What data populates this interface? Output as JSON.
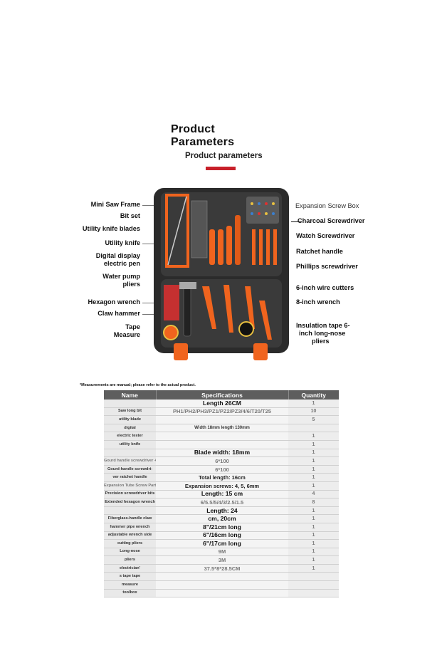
{
  "header": {
    "title_line1": "Product",
    "title_line2": "Parameters",
    "subtitle": "Product parameters"
  },
  "colors": {
    "accent": "#c8202a",
    "tool_orange": "#f0641e",
    "case_black": "#2b2b2b",
    "table_header": "#5e5e5e"
  },
  "labels_left": [
    {
      "text": "Mini Saw Frame"
    },
    {
      "text": "Bit set"
    },
    {
      "text": "Utility knife blades"
    },
    {
      "text": "Utility knife"
    },
    {
      "text": "Digital display"
    },
    {
      "text": "electric pen"
    },
    {
      "text": "Water pump"
    },
    {
      "text": "pliers"
    },
    {
      "text": "Hexagon wrench"
    },
    {
      "text": "Claw hammer"
    },
    {
      "text": "Tape"
    },
    {
      "text": "Measure"
    }
  ],
  "labels_right": [
    {
      "text": "Expansion Screw Box"
    },
    {
      "text": "Charcoal Screwdriver"
    },
    {
      "text": "Watch Screwdriver"
    },
    {
      "text": "Ratchet handle"
    },
    {
      "text": "Phillips screwdriver"
    },
    {
      "text": "6-inch wire cutters"
    },
    {
      "text": "8-inch wrench"
    },
    {
      "text": "Insulation tape 6-"
    },
    {
      "text": "inch long-nose"
    },
    {
      "text": "pliers"
    }
  ],
  "note": "*Measurements are manual; please refer to the actual product.",
  "table": {
    "headers": [
      "Name",
      "Specifications",
      "Quantity"
    ],
    "rows": [
      {
        "name": "",
        "spec": "Length 26CM",
        "qty": "1"
      },
      {
        "name": "Saw long bit",
        "spec": "PH1/PH2/PH3/PZ1/PZ2/PZ3/4/6/T20/T25",
        "qty": "10"
      },
      {
        "name": "utility blade",
        "spec": "",
        "qty": "5"
      },
      {
        "name": "digital",
        "spec": "Width 18mm length 130mm",
        "qty": ""
      },
      {
        "name": "electric tester",
        "spec": "",
        "qty": "1"
      },
      {
        "name": "utility knife",
        "spec": "",
        "qty": "1"
      },
      {
        "name": "",
        "spec": "Blade width: 18mm",
        "qty": "1"
      },
      {
        "name": "Gourd handle screwdriver +",
        "spec": "6*100",
        "qty": "1"
      },
      {
        "name": "Gourd-handle screwdri-",
        "spec": "6*100",
        "qty": "1"
      },
      {
        "name": "ver ratchet handle",
        "spec": "Total length: 16cm",
        "qty": "1"
      },
      {
        "name": "Expansion Tube Screw Parts Box",
        "spec": "Expansion screws: 4, 5, 6mm",
        "qty": "1"
      },
      {
        "name": "Precision screwdriver bits",
        "spec": "Length: 15 cm",
        "qty": "4"
      },
      {
        "name": "Extended hexagon wrench",
        "spec": "6/5.5/5/4/3/2.5/1.5",
        "qty": "8"
      },
      {
        "name": "",
        "spec": "Length: 24",
        "qty": "1"
      },
      {
        "name": "Fiberglass-handle claw",
        "spec": "cm, 20cm",
        "qty": "1"
      },
      {
        "name": "hammer pipe wrench",
        "spec": "8\"/21cm long",
        "qty": "1"
      },
      {
        "name": "adjustable wrench side",
        "spec": "6\"/16cm long",
        "qty": "1"
      },
      {
        "name": "cutting pliers",
        "spec": "6\"/17cm long",
        "qty": "1"
      },
      {
        "name": "Long-nose",
        "spec": "9M",
        "qty": "1"
      },
      {
        "name": "pliers",
        "spec": "3M",
        "qty": "1"
      },
      {
        "name": "electrician'",
        "spec": "37.5*8*28.5CM",
        "qty": "1"
      },
      {
        "name": "s tape tape",
        "spec": "",
        "qty": ""
      },
      {
        "name": "measure",
        "spec": "",
        "qty": ""
      },
      {
        "name": "toolbox",
        "spec": "",
        "qty": ""
      }
    ]
  }
}
